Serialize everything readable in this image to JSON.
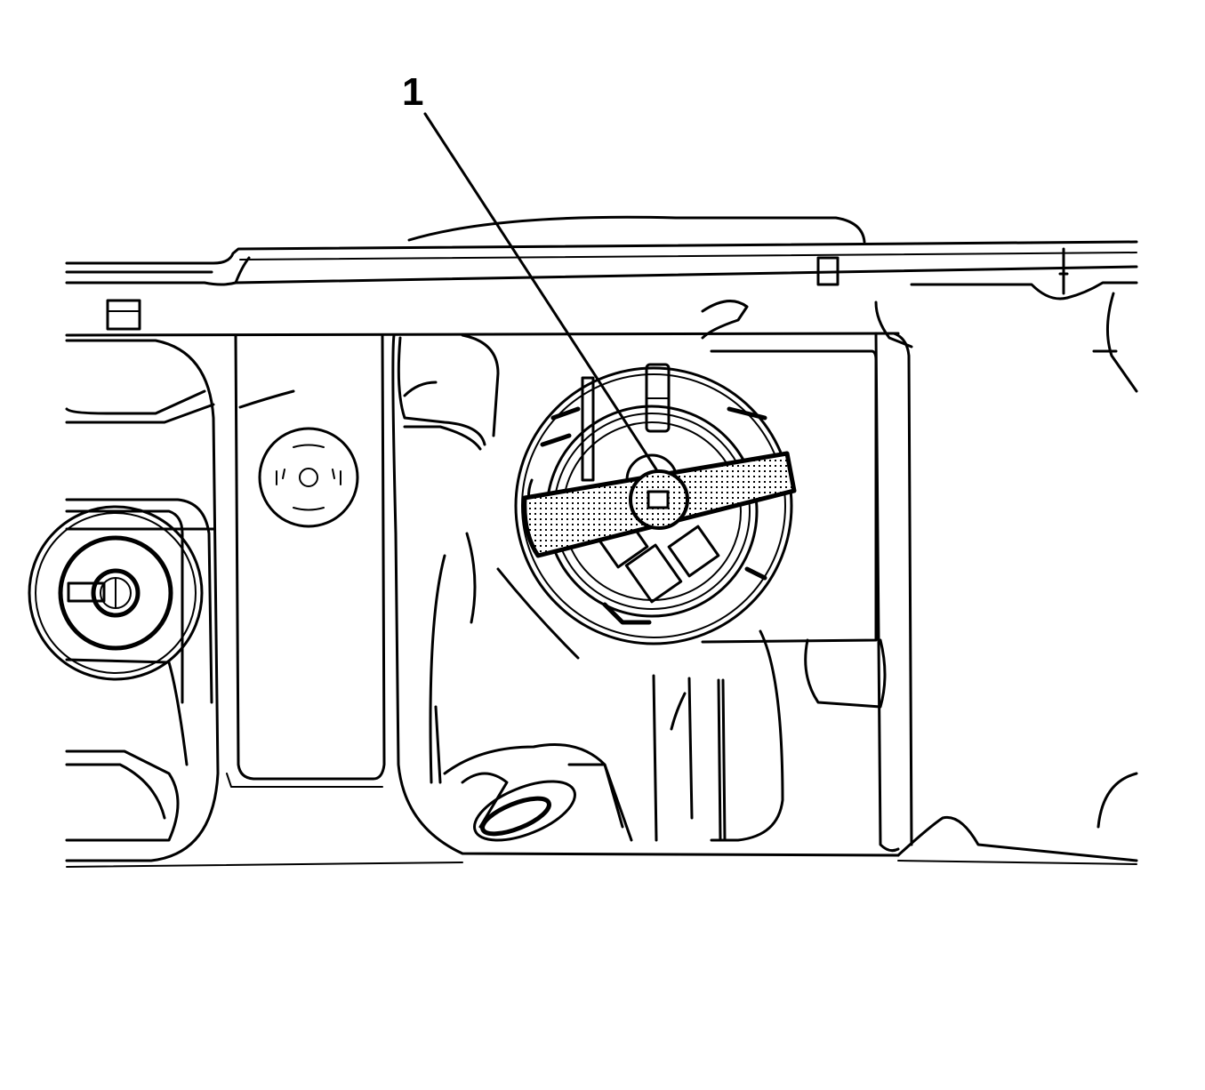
{
  "figure": {
    "subject": "Fuel tank top view with fuel pump module and lock ring tool",
    "background_color": "#ffffff",
    "line_color": "#000000",
    "callouts": [
      {
        "number": "1",
        "target": "fuel-pump-lock-ring-tool"
      }
    ]
  }
}
